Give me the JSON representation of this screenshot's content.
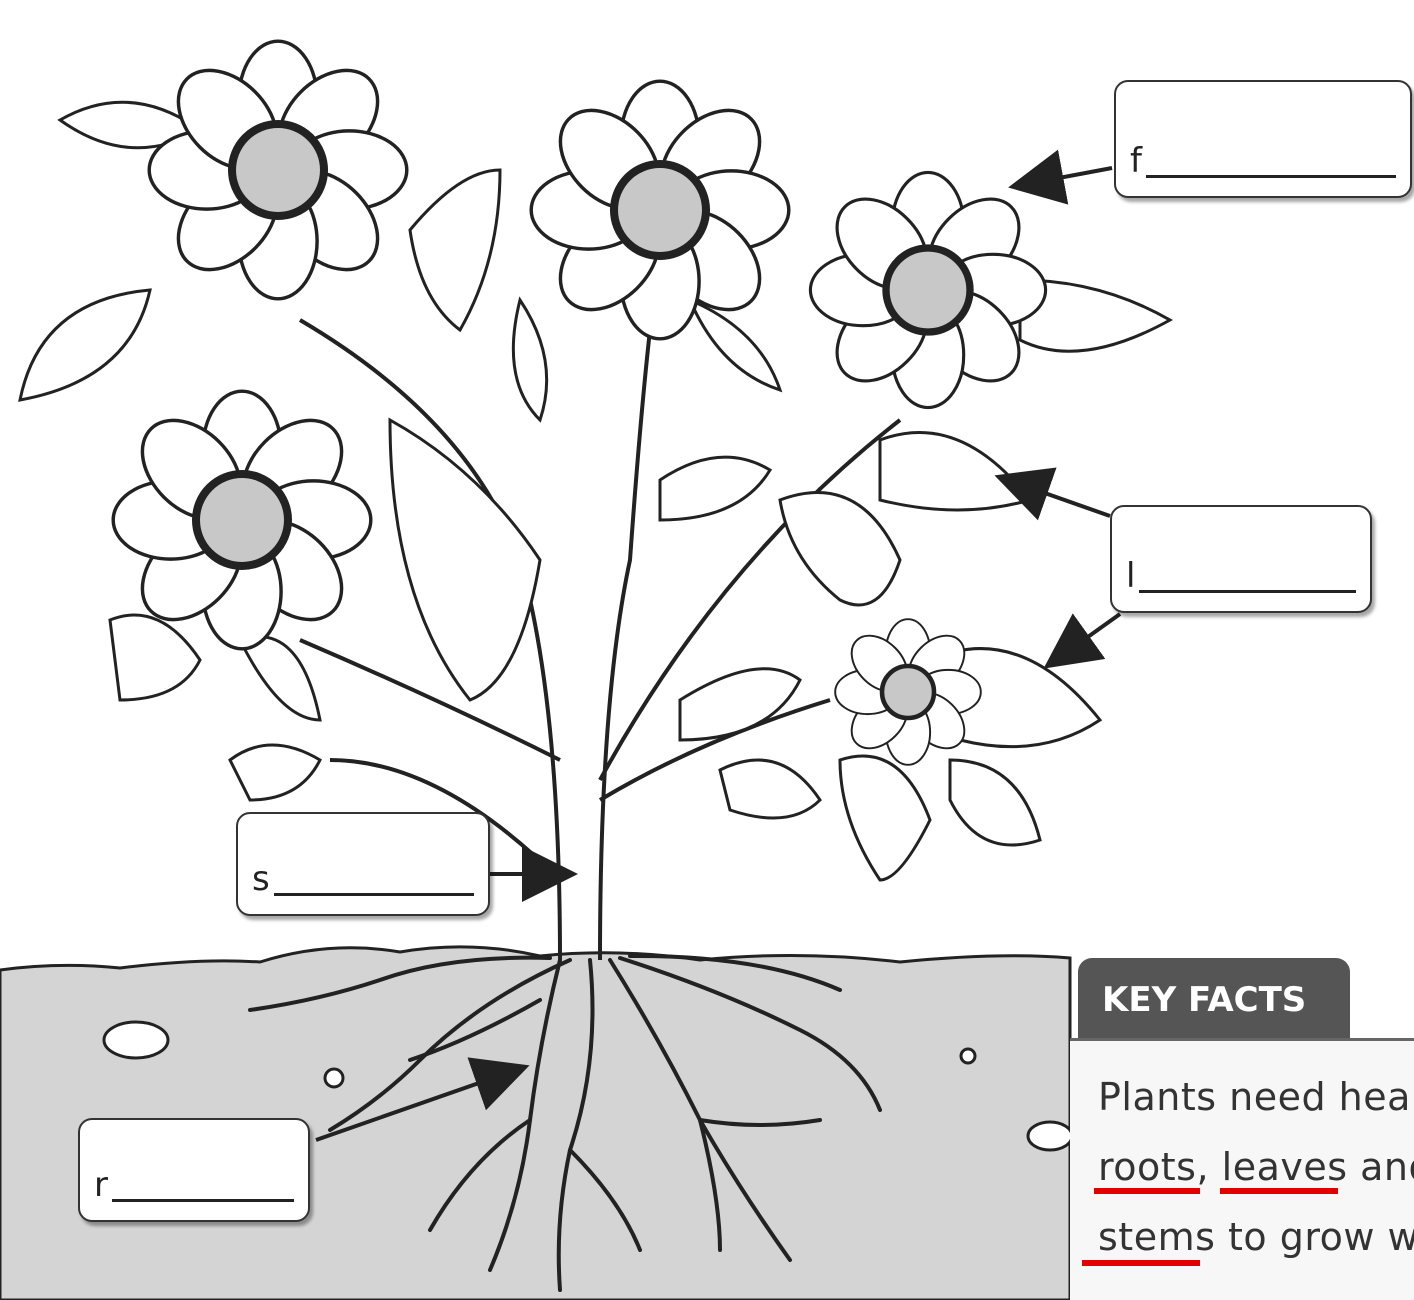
{
  "labels": {
    "flower": "f",
    "leaf": "l",
    "stem": "s",
    "root": "r"
  },
  "key_facts": {
    "title": "KEY FACTS",
    "line1": "Plants need healt",
    "line2_roots": "roots,",
    "line2_leaves": "leaves",
    "line2_and": "and",
    "line3_stems": "stems",
    "line3_rest": "to grow w"
  },
  "colors": {
    "soil": "#d4d4d4",
    "flower_center": "#c8c8c8",
    "outline": "#222222",
    "key_facts_tab": "#555555",
    "underline": "#e00000"
  }
}
